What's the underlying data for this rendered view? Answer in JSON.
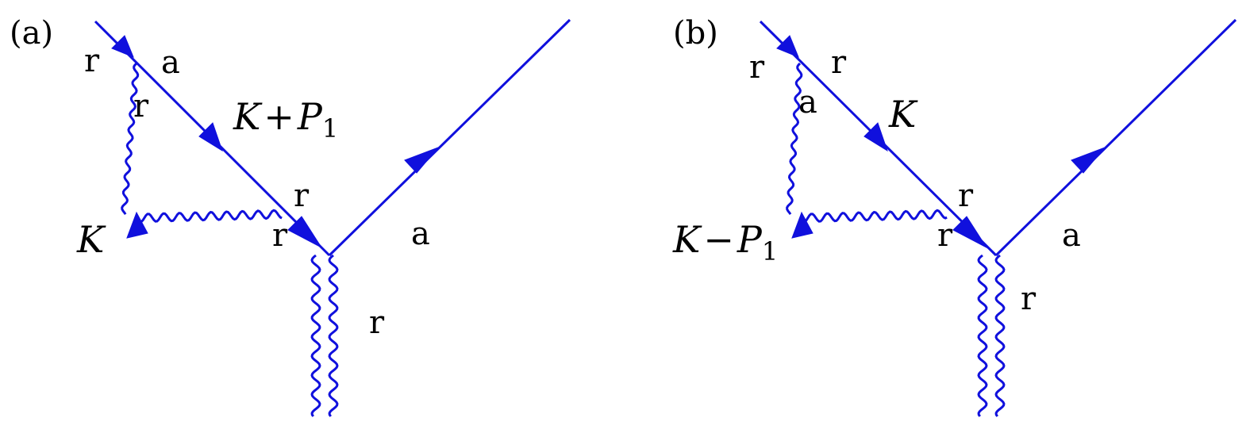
{
  "colors": {
    "line": "#1010dd",
    "text": "#000000"
  },
  "panels": [
    {
      "tag": "(a)",
      "labels": {
        "top_left": "r",
        "top_right": "a",
        "loop_inner": "r",
        "mid_right": "r",
        "bottom_inner": "r",
        "photon_right": "a",
        "graviton": "r"
      },
      "momentum_line": {
        "base": "K",
        "op": "+",
        "p": "P",
        "sub": "1"
      },
      "momentum_loop": {
        "base": "K",
        "op": "",
        "p": "",
        "sub": ""
      }
    },
    {
      "tag": "(b)",
      "labels": {
        "top_left": "r",
        "top_right": "r",
        "loop_inner": "a",
        "mid_right": "r",
        "bottom_inner": "r",
        "photon_right": "a",
        "graviton": "r"
      },
      "momentum_line": {
        "base": "K",
        "op": "",
        "p": "",
        "sub": ""
      },
      "momentum_loop": {
        "base": "K",
        "op": "−",
        "p": "P",
        "sub": "1"
      }
    }
  ]
}
